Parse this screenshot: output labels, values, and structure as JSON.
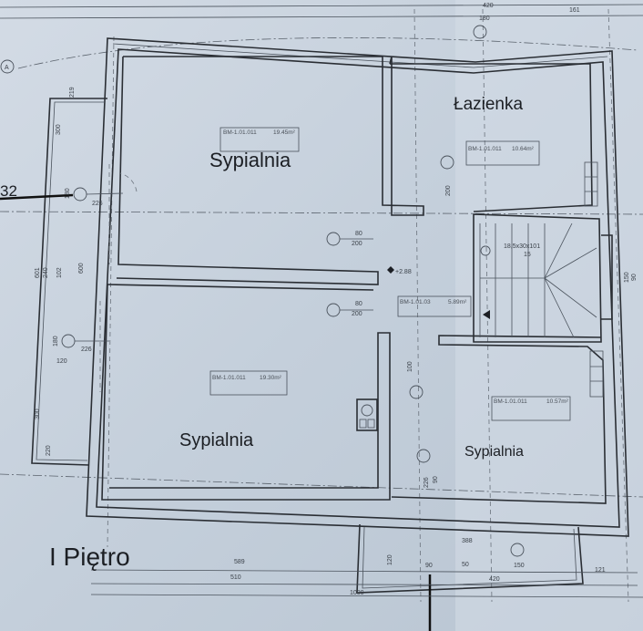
{
  "title": "I Piętro",
  "axis_labels": {
    "grid_a": "A",
    "section": "32"
  },
  "rooms": [
    {
      "name": "Sypialnia",
      "tag": "BM-1.01.011",
      "area": "19.45m²"
    },
    {
      "name": "Łazienka",
      "tag": "BM-1.01.011",
      "area": "10.64m²"
    },
    {
      "name": "Sypialnia",
      "tag": "BM-1.01.011",
      "area": "19.30m²"
    },
    {
      "name": "Sypialnia",
      "tag": "BM-1.01.011",
      "area": "10.57m²"
    }
  ],
  "hall": {
    "tag": "BM-1.01.03",
    "area": "5.89m²"
  },
  "stairs": {
    "spec": "18,5x30x101",
    "count": "15"
  },
  "level_mark": "+2.88",
  "doors": [
    {
      "width": "80",
      "height": "200"
    },
    {
      "width": "80",
      "height": "200"
    }
  ],
  "dimensions": {
    "top": [
      "420",
      "180",
      "161"
    ],
    "left": [
      "219",
      "300",
      "180",
      "226",
      "601",
      "240",
      "102",
      "600",
      "180",
      "226",
      "120",
      "300",
      "220"
    ],
    "internal": [
      "200",
      "100",
      "226",
      "90",
      "150",
      "90"
    ],
    "bottom": [
      "388",
      "120",
      "90",
      "50",
      "150",
      "420",
      "121",
      "589",
      "510",
      "1000"
    ]
  },
  "colors": {
    "paper": "#c7d1dc",
    "line": "#2a2e34"
  }
}
